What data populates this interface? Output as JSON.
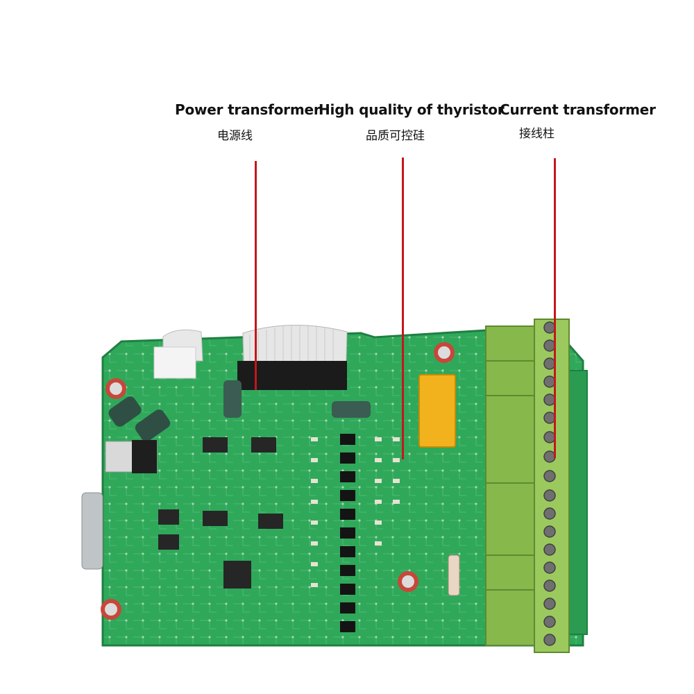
{
  "callouts": [
    {
      "label_en": "Power transformer",
      "label_zh": "电源线"
    },
    {
      "label_en": "High quality of thyristor",
      "label_zh": "品质可控硅"
    },
    {
      "label_en": "Current transformer",
      "label_zh": "接线柱"
    }
  ],
  "colors": {
    "board": "#2fa85a",
    "board_dark": "#1f7f42",
    "terminal_block": "#86b84c",
    "relay": "#f2b21e",
    "leader_line": "#c4161c"
  }
}
